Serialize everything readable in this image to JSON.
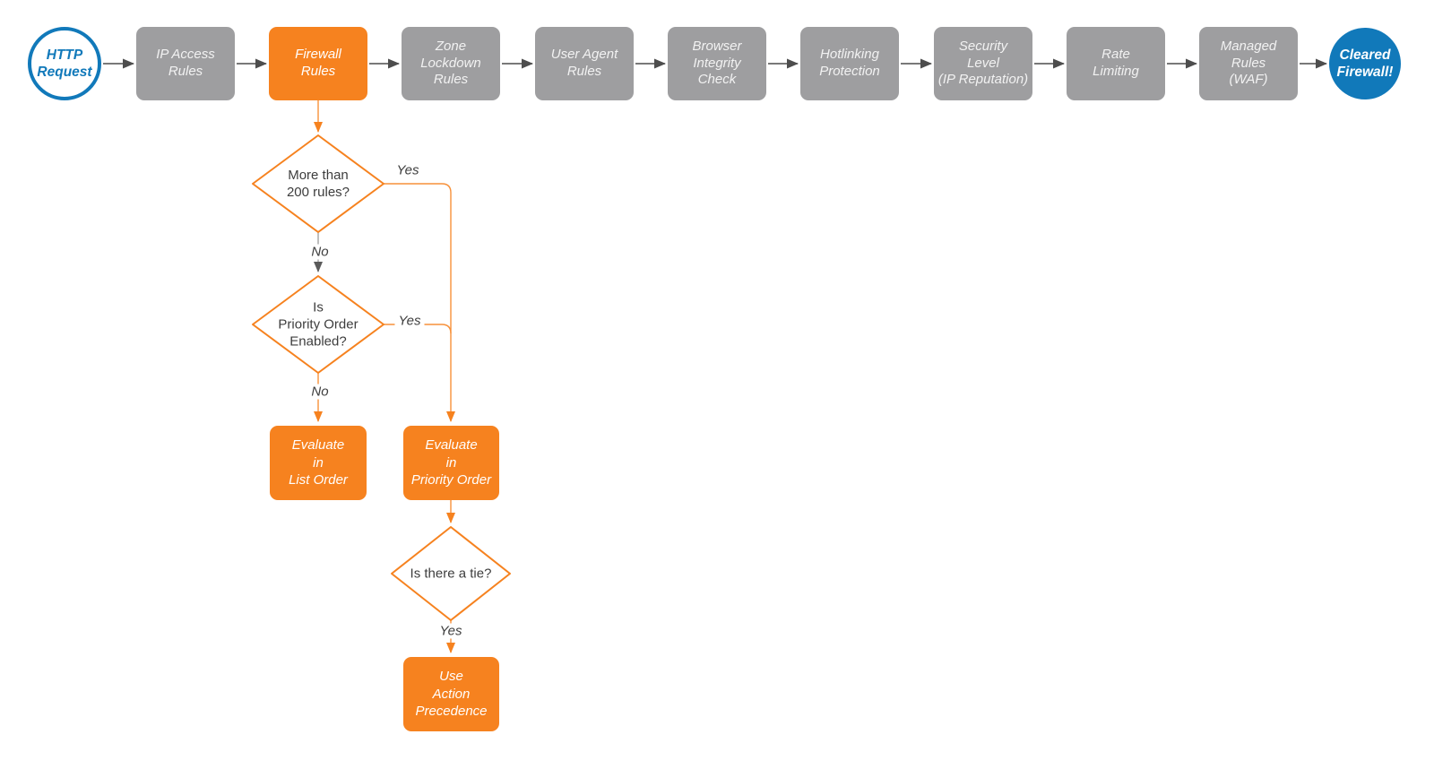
{
  "diagram": {
    "type": "flowchart",
    "colors": {
      "accent_orange": "#f6821f",
      "step_gray": "#9e9ea0",
      "brand_blue": "#1179ba",
      "connector_dark": "#4d4d4d",
      "connector_light_gray": "#a3a3a3"
    },
    "pipeline": [
      {
        "id": "http-request",
        "shape": "circle-outline",
        "label": "HTTP\nRequest"
      },
      {
        "id": "ip-access-rules",
        "shape": "box-gray",
        "label": "IP Access\nRules"
      },
      {
        "id": "firewall-rules",
        "shape": "box-orange",
        "label": "Firewall\nRules"
      },
      {
        "id": "zone-lockdown-rules",
        "shape": "box-gray",
        "label": "Zone\nLockdown\nRules"
      },
      {
        "id": "user-agent-rules",
        "shape": "box-gray",
        "label": "User Agent\nRules"
      },
      {
        "id": "browser-integrity-check",
        "shape": "box-gray",
        "label": "Browser\nIntegrity\nCheck"
      },
      {
        "id": "hotlinking-protection",
        "shape": "box-gray",
        "label": "Hotlinking\nProtection"
      },
      {
        "id": "security-level",
        "shape": "box-gray",
        "label": "Security\nLevel\n(IP Reputation)"
      },
      {
        "id": "rate-limiting",
        "shape": "box-gray",
        "label": "Rate\nLimiting"
      },
      {
        "id": "managed-rules-waf",
        "shape": "box-gray",
        "label": "Managed\nRules\n(WAF)"
      },
      {
        "id": "cleared-firewall",
        "shape": "circle-solid",
        "label": "Cleared\nFirewall!"
      }
    ],
    "decisions": [
      {
        "id": "more-than-200-rules",
        "label": "More than\n200 rules?"
      },
      {
        "id": "priority-order-enabled",
        "label": "Is\nPriority Order\nEnabled?"
      },
      {
        "id": "is-there-a-tie",
        "label": "Is there a tie?"
      }
    ],
    "results": [
      {
        "id": "evaluate-in-list-order",
        "label": "Evaluate\nin\nList Order"
      },
      {
        "id": "evaluate-in-priority-order",
        "label": "Evaluate\nin\nPriority Order"
      },
      {
        "id": "use-action-precedence",
        "label": "Use\nAction\nPrecedence"
      }
    ],
    "edge_labels": [
      {
        "id": "d1-yes",
        "label": "Yes"
      },
      {
        "id": "d1-no",
        "label": "No"
      },
      {
        "id": "d2-yes",
        "label": "Yes"
      },
      {
        "id": "d2-no",
        "label": "No"
      },
      {
        "id": "d3-yes",
        "label": "Yes"
      }
    ]
  }
}
